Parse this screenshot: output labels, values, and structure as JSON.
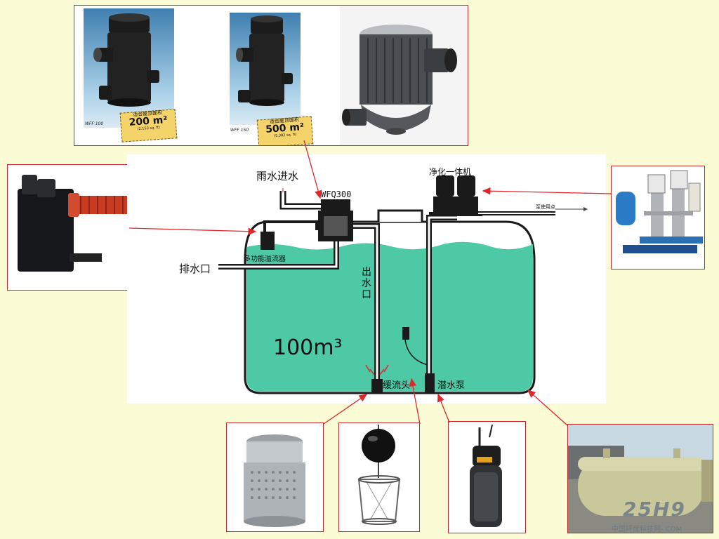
{
  "products": {
    "wff100": {
      "model": "WFF 100",
      "tag_title": "适合屋顶面积",
      "area": "200 m²",
      "area_sub": "(2.153 sq. ft)"
    },
    "wff150": {
      "model": "WFF 150",
      "tag_title": "适合屋顶面积",
      "area": "500 m²",
      "area_sub": "(5.382 sq. ft)"
    }
  },
  "diagram": {
    "rain_inlet": "雨水进水",
    "filter_model": "WFQ300",
    "purifier": "净化一体机",
    "to_use_point": "至使用点",
    "drain_outlet": "排水口",
    "overflow": "多功能溢流器",
    "outlet_label": "出\n水\n口",
    "volume": "100m³",
    "calmed_inlet": "缓流头",
    "submersible_pump": "潜水泵"
  },
  "watermark": {
    "logo": "25H9",
    "site": "中国环保科技网-.COM"
  },
  "colors": {
    "background": "#fbfbd6",
    "frame": "#c8262b",
    "water": "#4dc9a6",
    "tank_outline": "#1a1a1a",
    "arrow": "#e0252b"
  }
}
